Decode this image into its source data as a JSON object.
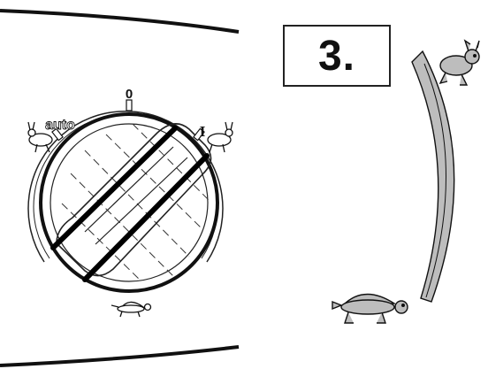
{
  "step": {
    "number_label": "3."
  },
  "dial": {
    "positions": [
      {
        "label": "0",
        "speed_icon": "none"
      },
      {
        "label": "I",
        "speed_icon": "hare-icon"
      },
      {
        "label": "auto",
        "speed_icon": "hare-icon"
      }
    ],
    "slow_icon": "tortoise-icon",
    "state": "crossed-out"
  },
  "speed_scale": {
    "fast_icon": "hare-icon",
    "slow_icon": "tortoise-icon",
    "fill_color": "#bdbdbd"
  },
  "colors": {
    "stroke": "#1a1a1a",
    "fill_gray": "#bdbdbd",
    "background": "#ffffff"
  }
}
